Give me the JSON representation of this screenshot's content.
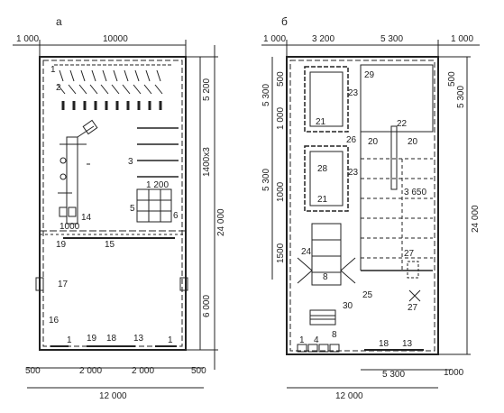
{
  "left_plan": {
    "letter": "а",
    "top_dims": [
      "1 000",
      "10000"
    ],
    "right_dims": [
      "5 200",
      "1400x3",
      "24 000"
    ],
    "bottom_dims": [
      "500",
      "2 000",
      "2 000",
      "500",
      "12 000"
    ],
    "inner_dims": [
      "1 200",
      "1000",
      "6 000"
    ],
    "labels": [
      "1",
      "2",
      "3",
      "5",
      "6",
      "14",
      "15",
      "19",
      "17",
      "16",
      "1",
      "19",
      "18",
      "13",
      "1"
    ]
  },
  "right_plan": {
    "letter": "б",
    "top_dims": [
      "1 000",
      "3 200",
      "5 300",
      "1 000"
    ],
    "left_dims": [
      "5 300",
      "5 300",
      "500",
      "1 000",
      "1000",
      "1500"
    ],
    "right_dims": [
      "500",
      "5 300",
      "24 000"
    ],
    "bottom_dims": [
      "5 300",
      "1000",
      "12 000"
    ],
    "inner_dims": [
      "3 650"
    ],
    "labels": [
      "29",
      "23",
      "21",
      "22",
      "26",
      "20",
      "20",
      "28",
      "23",
      "21",
      "24",
      "27",
      "8",
      "25",
      "27",
      "30",
      "8",
      "1",
      "4",
      "18",
      "13"
    ]
  }
}
